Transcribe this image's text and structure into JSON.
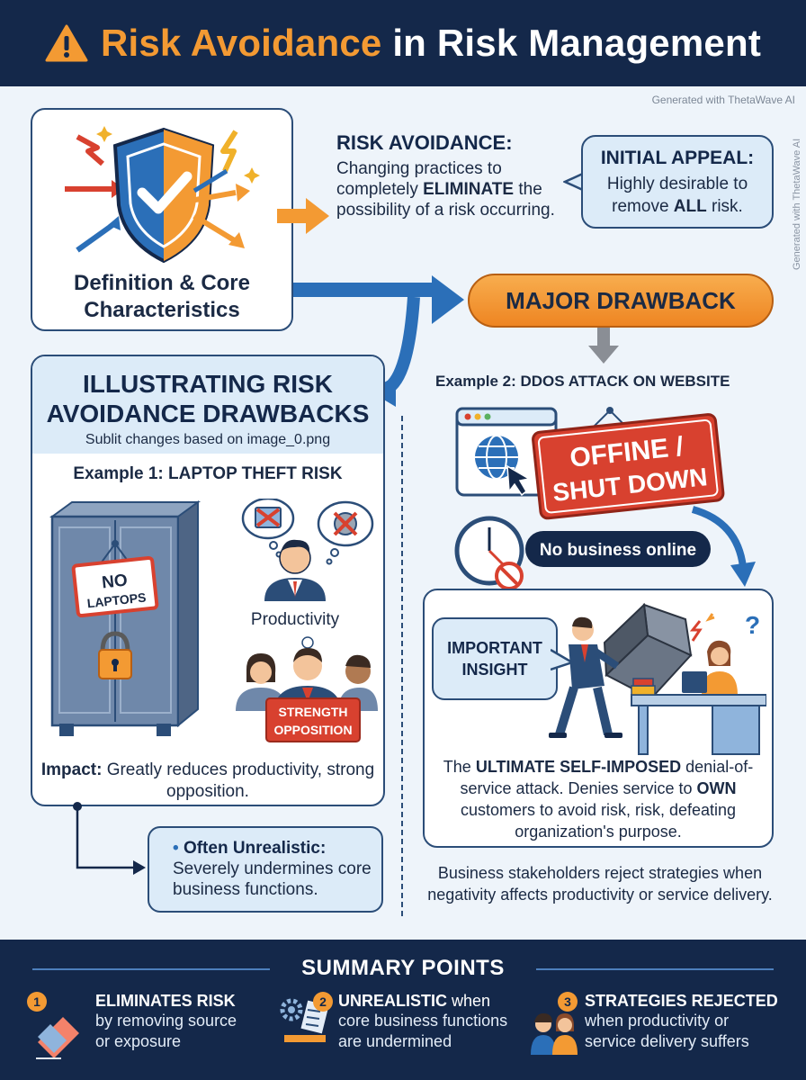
{
  "header": {
    "title_part1": "Risk Avoidance",
    "title_part2": "in Risk Management",
    "icon": "warning-icon"
  },
  "credit": "Generated with ThetaWave AI",
  "definition": {
    "title_line1": "Definition & Core",
    "title_line2": "Characteristics",
    "icon": "shield-check-icon"
  },
  "risk_avoidance": {
    "title": "RISK AVOIDANCE:",
    "text_pre": "Changing practices to completely ",
    "text_bold": "ELIMINATE",
    "text_post": " the possibility of a risk occurring."
  },
  "initial_appeal": {
    "title": "INITIAL APPEAL:",
    "text_pre": "Highly desirable to remove ",
    "text_bold": "ALL",
    "text_post": " risk."
  },
  "major_drawback": "MAJOR DRAWBACK",
  "illustrating": {
    "title_line1": "ILLUSTRATING RISK",
    "title_line2": "AVOIDANCE DRAWBACKS",
    "subtitle": "Sublit changes based on image_0.png",
    "example1": "Example 1: LAPTOP THEFT RISK",
    "sign_line1": "NO",
    "sign_line2": "LAPTOPS",
    "productivity": "Productivity",
    "opposition_line1": "STRENGTH",
    "opposition_line2": "OPPOSITION",
    "impact_label": "Impact:",
    "impact_text": "Greatly reduces productivity, strong opposition."
  },
  "unrealistic": {
    "title": "Often Unrealistic:",
    "text": "Severely undermines core business functions."
  },
  "example2": {
    "title": "Example 2: DDOS ATTACK ON WEBSITE",
    "sign_line1": "OFFINE /",
    "sign_line2": "SHUT DOWN",
    "no_business": "No business online"
  },
  "insight": {
    "bubble_line1": "IMPORTANT",
    "bubble_line2": "INSIGHT",
    "t1": "The ",
    "b1": "ULTIMATE SELF-IMPOSED",
    "t2": " denial-of-service attack. Denies service to ",
    "b2": "OWN",
    "t3": " customers to avoid risk, risk, defeating organization's purpose."
  },
  "stakeholders": "Business stakeholders reject strategies when negativity affects productivity or service delivery.",
  "summary": {
    "title": "SUMMARY POINTS",
    "items": [
      {
        "num": "1",
        "head": "ELIMINATES RISK",
        "body_line1": "by removing source",
        "body_line2": "or exposure",
        "icon": "eraser-icon"
      },
      {
        "num": "2",
        "head": "UNREALISTIC",
        "head_tail": " when",
        "body_line1": "core business functions",
        "body_line2": "are undermined",
        "icon": "broken-gear-icon"
      },
      {
        "num": "3",
        "head": "STRATEGIES REJECTED",
        "body_line1": "when productivity or",
        "body_line2": "service delivery suffers",
        "icon": "stakeholders-icon"
      }
    ]
  },
  "colors": {
    "navy": "#14284a",
    "orange": "#f39a33",
    "light_blue": "#dcebf8",
    "red": "#d8412f",
    "background": "#eef4fa"
  }
}
